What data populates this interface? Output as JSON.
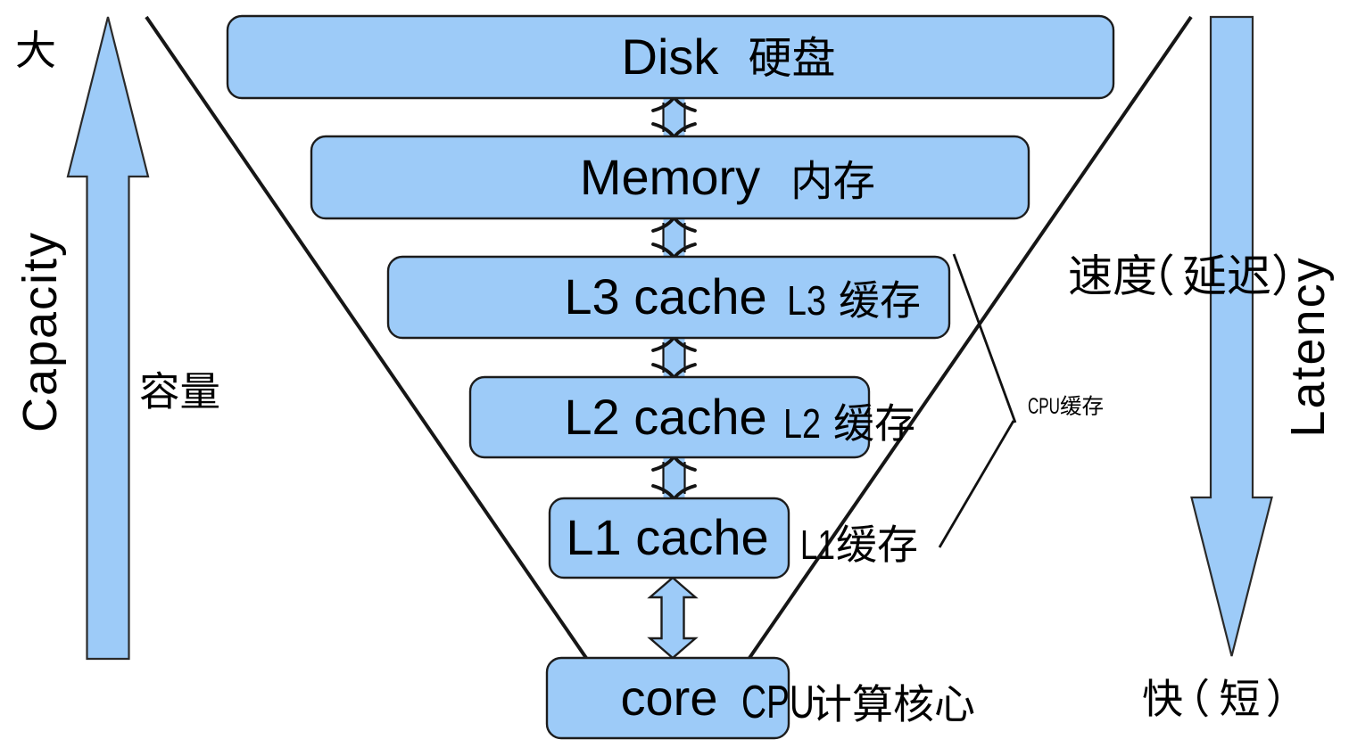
{
  "colors": {
    "box_fill": "#9dcbf8",
    "box_stroke": "#1c1c1c",
    "line": "#161616",
    "text": "#000000",
    "background": "#ffffff"
  },
  "left_axis": {
    "top": "大",
    "label_en": "Capacity",
    "label_cn": "容量"
  },
  "right_axis": {
    "label_cn": "速度（延迟）",
    "label_en": "Latency",
    "bottom": "快（短）"
  },
  "levels": [
    {
      "id": "disk",
      "en": "Disk",
      "label_cn": "硬盘"
    },
    {
      "id": "memory",
      "en": "Memory",
      "label_cn": "内存"
    },
    {
      "id": "l3",
      "en": "L3 cache",
      "label_cn_prefix": "L3 ",
      "label_cn": "缓存"
    },
    {
      "id": "l2",
      "en": "L2 cache",
      "label_cn_prefix": "L2 ",
      "label_cn": "缓存"
    },
    {
      "id": "l1",
      "en": "L1 cache",
      "label_cn_prefix": "L1",
      "label_cn": "缓存"
    },
    {
      "id": "core",
      "en": "core",
      "label_cn_prefix": "CPU",
      "label_cn": "计算核心"
    }
  ],
  "annotation": {
    "latin": "CPU",
    "cjk": "缓存"
  }
}
